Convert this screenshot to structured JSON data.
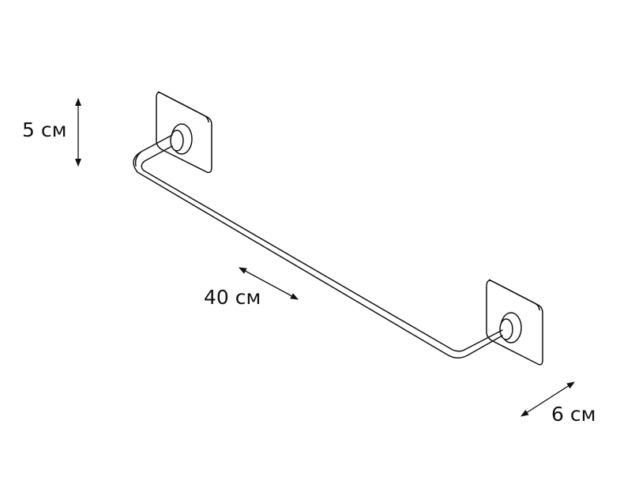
{
  "dimensions": {
    "height": "5 см",
    "length": "40 см",
    "depth": "6 см"
  },
  "colors": {
    "line": "#111111",
    "background": "#ffffff"
  }
}
